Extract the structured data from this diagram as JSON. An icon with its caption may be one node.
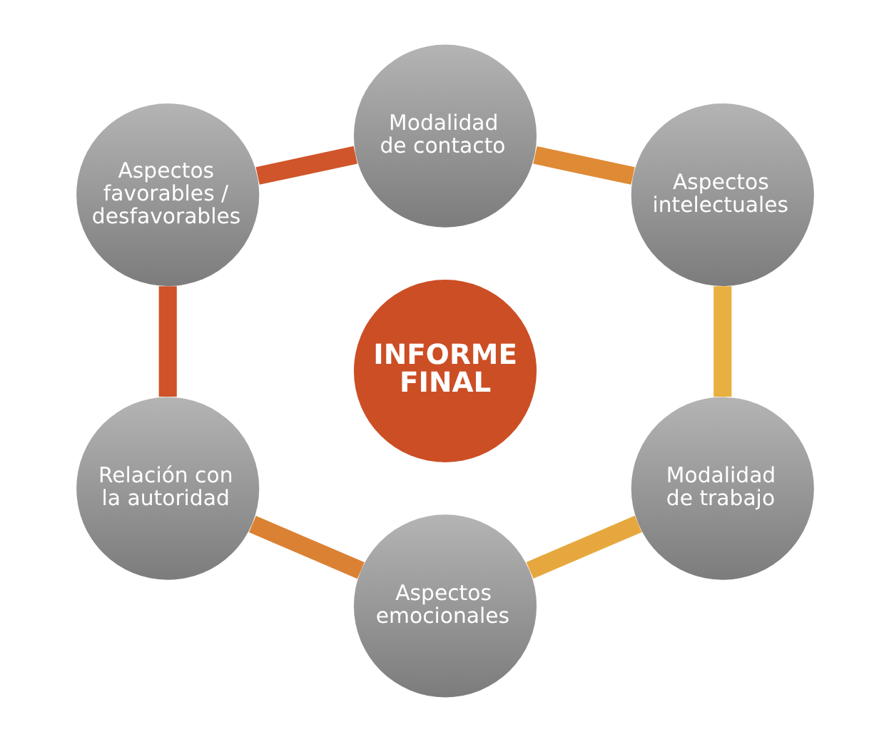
{
  "diagram": {
    "nodes": [
      {
        "text": [
          "Modalidad de contacto"
        ]
      },
      {
        "text": [
          "Aspectos favorables / desfavorables"
        ]
      },
      {
        "text": [
          "Aspectos intelectuales"
        ]
      },
      {
        "text": [
          "INFORME FINAL"
        ]
      },
      {
        "text": [
          "Relación con la autoridad"
        ]
      },
      {
        "text": [
          "Modalidad de trabajo"
        ]
      },
      {
        "text": [
          "Aspectos emocionales"
        ]
      }
    ],
    "edges": [
      {
        "from": 0,
        "to": 2,
        "arrow": "none",
        "color": "#df8a35"
      },
      {
        "from": 2,
        "to": 5,
        "arrow": "none",
        "color": "#e8b040"
      },
      {
        "from": 6,
        "to": 5,
        "arrow": "none",
        "color": "#e6a83e"
      },
      {
        "from": 4,
        "to": 6,
        "arrow": "none",
        "color": "#db8133"
      },
      {
        "from": 1,
        "to": 4,
        "arrow": "none",
        "color": "#cf5229"
      },
      {
        "from": 1,
        "to": 0,
        "arrow": "none",
        "color": "#d0552a"
      }
    ]
  }
}
